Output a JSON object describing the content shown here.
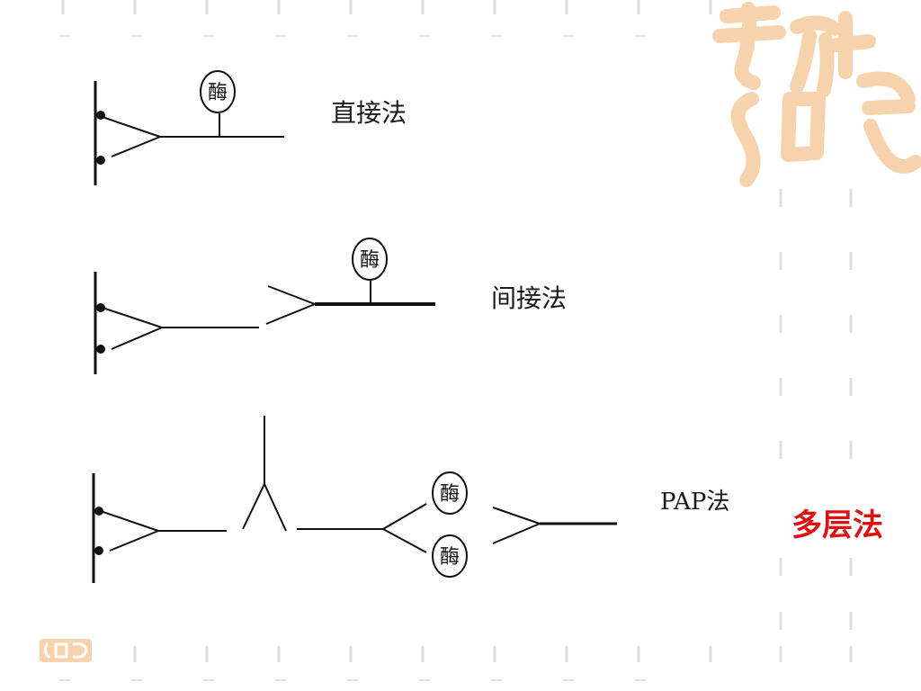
{
  "labels": {
    "direct": "直接法",
    "indirect": "间接法",
    "pap": "PAP法",
    "multilayer": "多层法"
  },
  "enzyme_label": "酶",
  "colors": {
    "line": "#111111",
    "dash": "#d9d9d9",
    "accent_red": "#dd1111",
    "deco_orange": "#f6d3ad"
  }
}
